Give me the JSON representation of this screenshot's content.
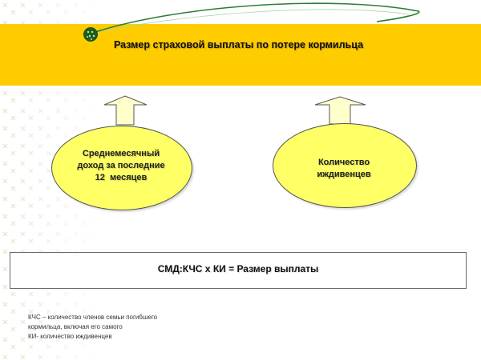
{
  "slide": {
    "title": "Размер страховой выплаты по потере кормильца",
    "left_ellipse": {
      "lines": [
        "Среднемесячный",
        "доход за последние",
        "12  месяцев"
      ]
    },
    "right_ellipse": {
      "lines": [
        "Количество",
        "иждивенцев"
      ]
    },
    "formula": "СМД:КЧС х КИ = Размер выплаты",
    "legend": [
      "КЧС – количество членов семьи погибшего",
      "кормильца, включая его самого",
      "КИ- количество иждивенцев"
    ]
  },
  "colors": {
    "title_band": "#ffcc00",
    "ellipse_fill": "#ffff66",
    "arrow_fill": "#ffffcc",
    "deco_curve": "#2e7d32"
  }
}
